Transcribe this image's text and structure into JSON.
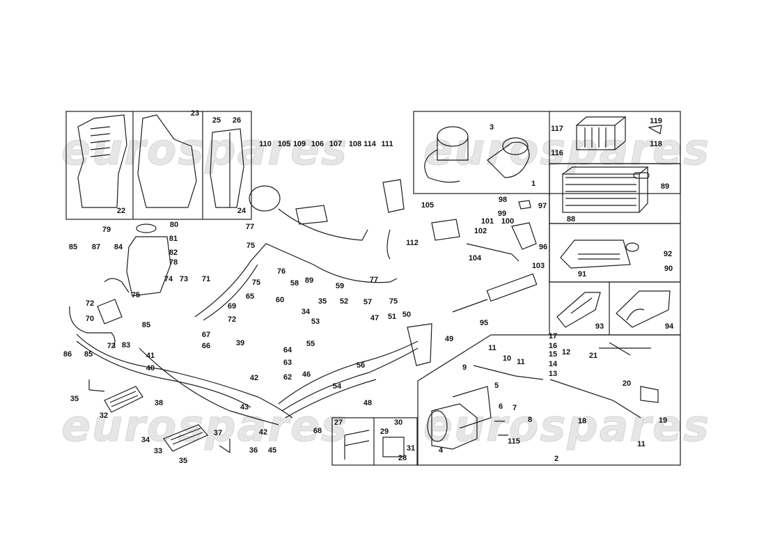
{
  "watermark": {
    "text": "eurospares"
  },
  "labels": [
    "22",
    "23",
    "24",
    "25",
    "26",
    "110",
    "105",
    "109",
    "106",
    "107",
    "108",
    "114",
    "111",
    "112",
    "3",
    "1",
    "117",
    "116",
    "119",
    "118",
    "89",
    "88",
    "79",
    "80",
    "81",
    "82",
    "78",
    "77",
    "75",
    "76",
    "85",
    "87",
    "84",
    "74",
    "73",
    "71",
    "69",
    "72",
    "72",
    "70",
    "86",
    "85",
    "73",
    "83",
    "75",
    "85",
    "67",
    "66",
    "39",
    "41",
    "40",
    "65",
    "75",
    "58",
    "89",
    "60",
    "59",
    "35",
    "34",
    "52",
    "57",
    "53",
    "47",
    "51",
    "50",
    "49",
    "55",
    "56",
    "54",
    "48",
    "46",
    "42",
    "64",
    "63",
    "62",
    "43",
    "42",
    "45",
    "68",
    "36",
    "37",
    "38",
    "32",
    "35",
    "34",
    "33",
    "35",
    "77",
    "75",
    "95",
    "105",
    "98",
    "99",
    "97",
    "101",
    "100",
    "102",
    "96",
    "104",
    "103",
    "92",
    "90",
    "91",
    "93",
    "94",
    "11",
    "10",
    "11",
    "17",
    "16",
    "15",
    "14",
    "13",
    "12",
    "21",
    "20",
    "9",
    "5",
    "6",
    "7",
    "8",
    "18",
    "19",
    "11",
    "115",
    "4",
    "2",
    "27",
    "30",
    "29",
    "31",
    "28"
  ]
}
